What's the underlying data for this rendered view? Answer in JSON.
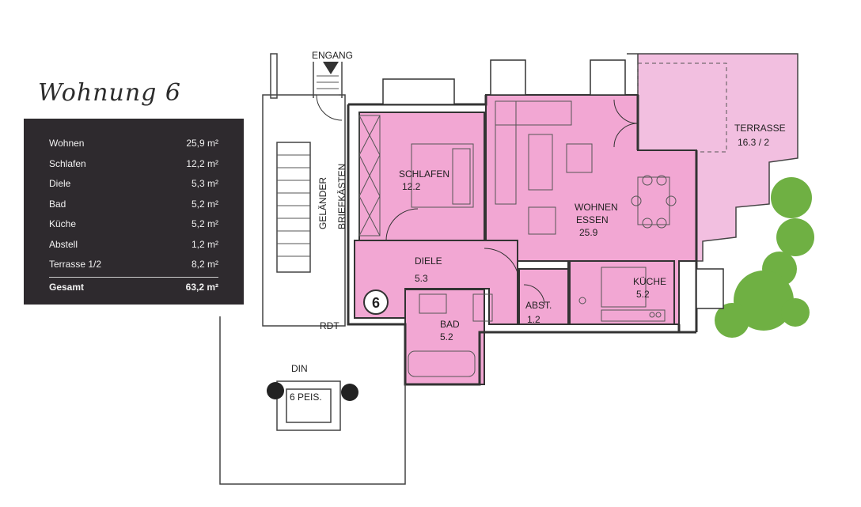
{
  "title": "Wohnung 6",
  "area_table": {
    "rows": [
      {
        "name": "Wohnen",
        "value": "25,9 m²"
      },
      {
        "name": "Schlafen",
        "value": "12,2 m²"
      },
      {
        "name": "Diele",
        "value": "5,3 m²"
      },
      {
        "name": "Bad",
        "value": "5,2 m²"
      },
      {
        "name": "Küche",
        "value": "5,2 m²"
      },
      {
        "name": "Abstell",
        "value": "1,2 m²"
      },
      {
        "name": "Terrasse 1/2",
        "value": "8,2 m²"
      }
    ],
    "total": {
      "name": "Gesamt",
      "value": "63,2 m²"
    }
  },
  "plan": {
    "entrance": "ENGANG",
    "railing": "GELÄNDER",
    "mailboxes": "BRIEFKÄSTEN",
    "rdt": "RDT",
    "elevator_din": "DIN",
    "elevator_capacity": "6 PEIS.",
    "unit_number": "6",
    "rooms": {
      "schlafen": {
        "name": "SCHLAFEN",
        "area": "12.2"
      },
      "wohnen": {
        "name": "WOHNEN",
        "name2": "ESSEN",
        "area": "25.9"
      },
      "terrasse": {
        "name": "TERRASSE",
        "area": "16.3 / 2"
      },
      "diele": {
        "name": "DIELE",
        "area": "5.3"
      },
      "bad": {
        "name": "BAD",
        "area": "5.2"
      },
      "abst": {
        "name": "ABST.",
        "area": "1.2"
      },
      "kueche": {
        "name": "KÜCHE",
        "area": "5.2"
      }
    }
  },
  "colors": {
    "room_fill": "#f2a7d3",
    "terrace_fill": "#f2bfe0",
    "wall": "#333333",
    "table_bg": "#2e2a2e",
    "tree": "#6fb043"
  }
}
